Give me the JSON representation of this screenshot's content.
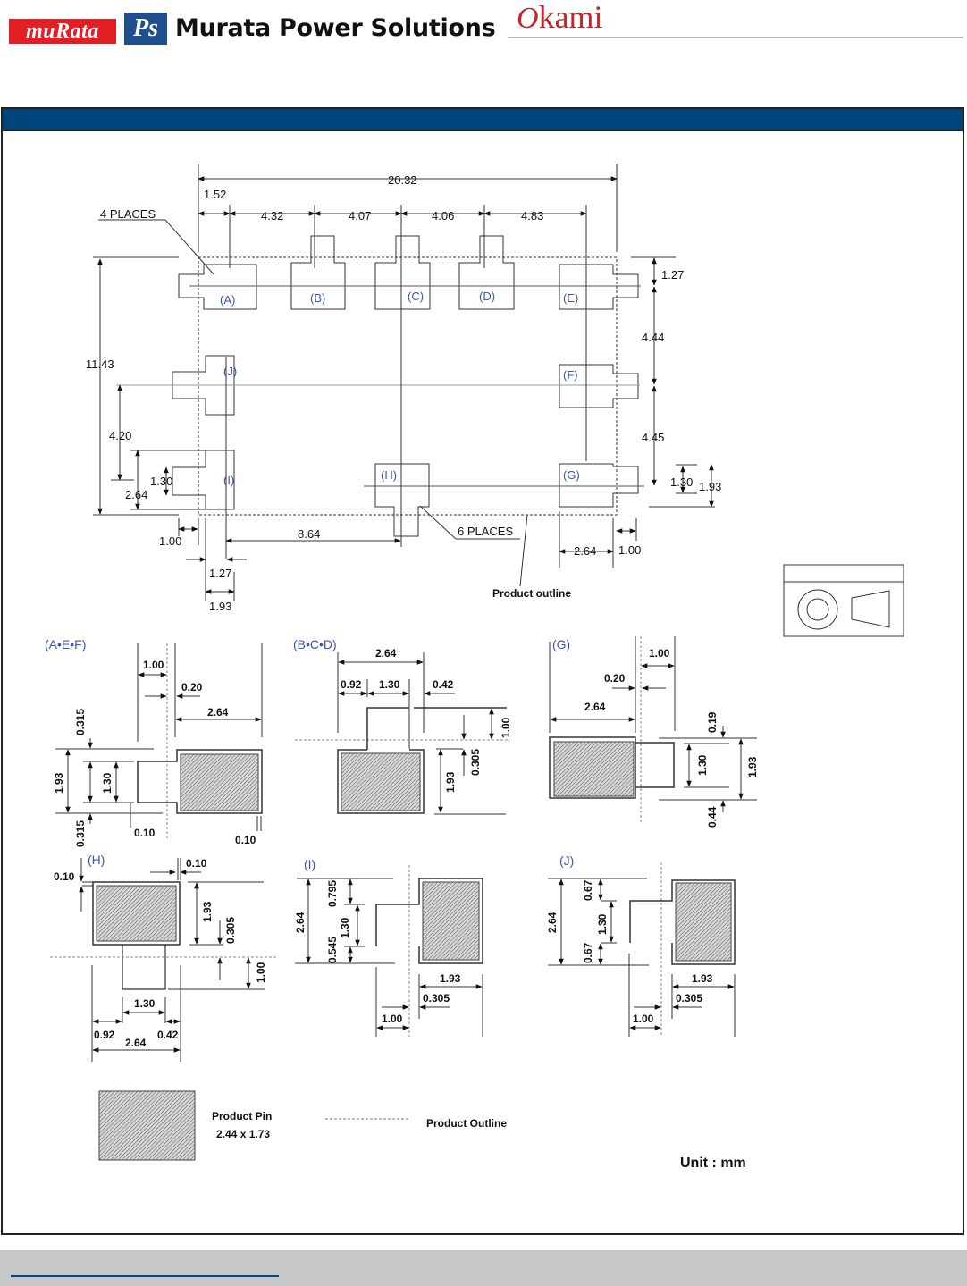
{
  "header": {
    "logo_murata": "muRata",
    "logo_ps": "Ps",
    "brand_name": "Murata Power Solutions",
    "okami_logo": "kami",
    "okami_initial": "O"
  },
  "section": {
    "title": ""
  },
  "colors": {
    "brand_red": "#e31e25",
    "brand_blue": "#1f4e8c",
    "title_bar": "#00457c",
    "pin_label_blue": "#3a55b4",
    "footer_gray": "#c6c7c9"
  },
  "main_layout": {
    "overall_width": "20.32",
    "overall_height": "11.43",
    "top_pitches": [
      "1.52",
      "4.32",
      "4.07",
      "4.06",
      "4.83"
    ],
    "right_pitches": [
      "1.27",
      "4.44",
      "4.45"
    ],
    "left_dims": [
      "4.20",
      "1.30",
      "2.64"
    ],
    "right_small_dims": [
      "1.30",
      "1.93"
    ],
    "bottom_dims": [
      "1.00",
      "8.64",
      "1.27",
      "1.93",
      "2.64",
      "1.00"
    ],
    "pins": [
      "(A)",
      "(B)",
      "(C)",
      "(D)",
      "(E)",
      "(F)",
      "(G)",
      "(H)",
      "(I)",
      "(J)"
    ],
    "callouts": {
      "four_places": "4 PLACES",
      "six_places": "6 PLACES",
      "product_outline": "Product outline"
    }
  },
  "details": [
    {
      "label": "(A•E•F)",
      "dims": [
        "1.00",
        "0.20",
        "2.64",
        "0.315",
        "1.93",
        "1.30",
        "0.315",
        "0.10",
        "0.10"
      ]
    },
    {
      "label": "(B•C•D)",
      "dims": [
        "2.64",
        "0.92",
        "1.30",
        "0.42",
        "1.00",
        "0.305",
        "1.93"
      ]
    },
    {
      "label": "(G)",
      "dims": [
        "1.00",
        "0.20",
        "2.64",
        "0.19",
        "1.30",
        "1.93",
        "0.44"
      ]
    },
    {
      "label": "(H)",
      "dims": [
        "0.10",
        "0.10",
        "1.93",
        "0.305",
        "1.00",
        "1.30",
        "0.92",
        "0.42",
        "2.64"
      ]
    },
    {
      "label": "(I)",
      "dims": [
        "2.64",
        "0.795",
        "1.30",
        "0.545",
        "1.93",
        "0.305",
        "1.00"
      ]
    },
    {
      "label": "(J)",
      "dims": [
        "2.64",
        "0.67",
        "1.30",
        "0.67",
        "1.93",
        "0.305",
        "1.00"
      ]
    }
  ],
  "legend": {
    "pin_label": "Product Pin",
    "pin_size": "2.44 x 1.73",
    "outline_label": "Product Outline",
    "unit": "Unit : mm"
  }
}
